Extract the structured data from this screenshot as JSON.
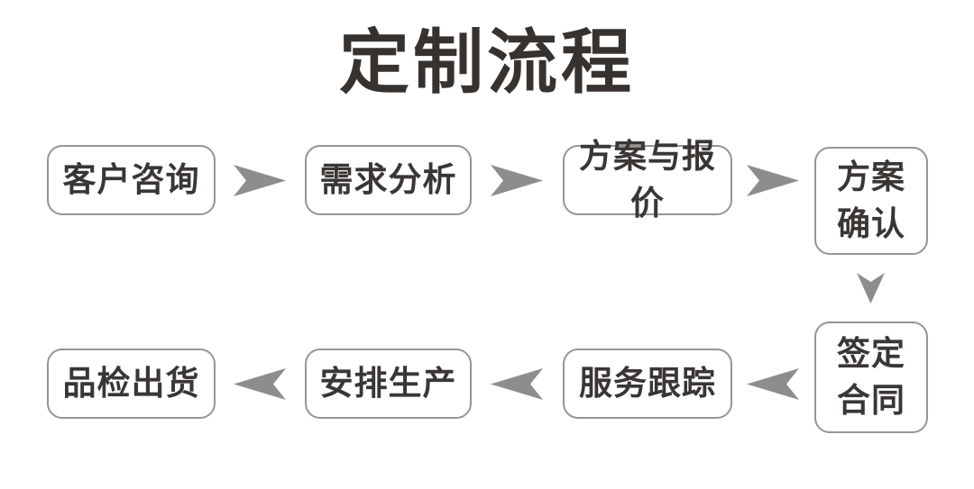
{
  "title": "定制流程",
  "colors": {
    "background": "#ffffff",
    "title_text": "#37322e",
    "box_border": "#979493",
    "box_text": "#3a3634",
    "arrow": "#8d8d8d"
  },
  "flow": {
    "steps": [
      {
        "id": "customer-inquiry",
        "label": "客户咨询"
      },
      {
        "id": "requirements-analysis",
        "label": "需求分析"
      },
      {
        "id": "proposal-and-quotation",
        "label": "方案与报价"
      },
      {
        "id": "proposal-confirmation",
        "label": "方案\n确认"
      },
      {
        "id": "sign-contract",
        "label": "签定\n合同"
      },
      {
        "id": "service-tracking",
        "label": "服务跟踪"
      },
      {
        "id": "arrange-production",
        "label": "安排生产"
      },
      {
        "id": "quality-check-shipment",
        "label": "品检出货"
      }
    ],
    "connections": [
      {
        "from": "客户咨询",
        "to": "需求分析",
        "direction": "right"
      },
      {
        "from": "需求分析",
        "to": "方案与报价",
        "direction": "right"
      },
      {
        "from": "方案与报价",
        "to": "方案确认",
        "direction": "right"
      },
      {
        "from": "方案确认",
        "to": "签定合同",
        "direction": "down"
      },
      {
        "from": "签定合同",
        "to": "服务跟踪",
        "direction": "left"
      },
      {
        "from": "服务跟踪",
        "to": "安排生产",
        "direction": "left"
      },
      {
        "from": "安排生产",
        "to": "品检出货",
        "direction": "left"
      }
    ]
  }
}
